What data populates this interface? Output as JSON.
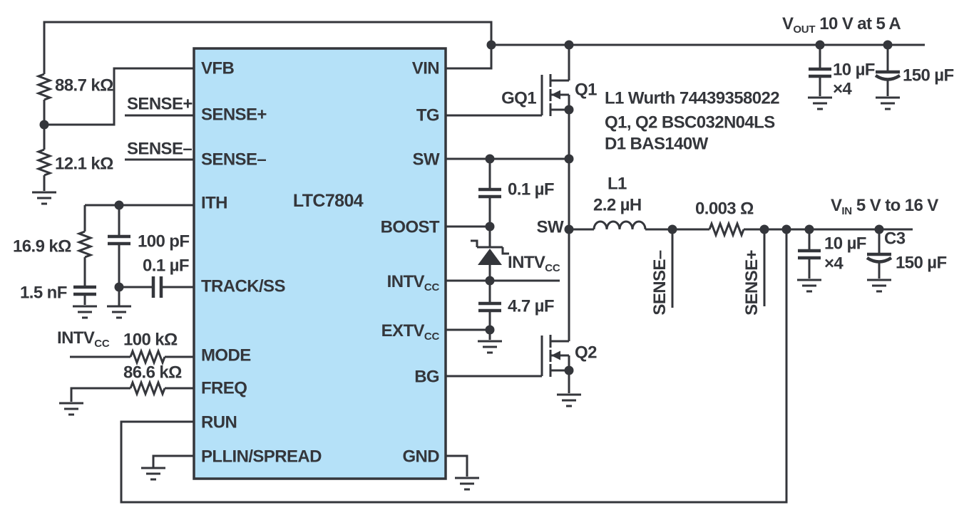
{
  "colors": {
    "ic_fill": "#b5e1f8",
    "stroke": "#34363b",
    "background": "#ffffff"
  },
  "ic": {
    "name": "LTC7804",
    "pins_left": [
      {
        "t": "VFB"
      },
      {
        "t": "SENSE+"
      },
      {
        "t": "SENSE–"
      },
      {
        "t": "ITH"
      },
      {
        "t": "TRACK/SS"
      },
      {
        "t": "MODE"
      },
      {
        "t": "FREQ"
      },
      {
        "t": "RUN"
      },
      {
        "t": "PLLIN/SPREAD"
      }
    ],
    "pins_right": [
      {
        "t": "VIN"
      },
      {
        "t": "TG"
      },
      {
        "t": "SW"
      },
      {
        "t": "BOOST"
      },
      {
        "t": "INTV",
        "sub": "CC"
      },
      {
        "t": "EXTV",
        "sub": "CC"
      },
      {
        "t": "BG"
      },
      {
        "t": "GND"
      }
    ]
  },
  "rails": {
    "vout": {
      "t": "V",
      "sub": "OUT",
      "rest": " 10 V at 5 A"
    },
    "vin": {
      "t": "V",
      "sub": "IN",
      "rest": " 5 V to 16 V"
    }
  },
  "components": {
    "r_fb_top": "88.7 kΩ",
    "r_fb_bottom": "12.1 kΩ",
    "net_sense_plus": "SENSE+",
    "net_sense_minus": "SENSE–",
    "r_ith": "16.9 kΩ",
    "c_comp": "1.5 nF",
    "c_hf": "100 pF",
    "c_ss": "0.1 µF",
    "net_mode": {
      "t": "INTV",
      "sub": "CC"
    },
    "r_mode": "100 kΩ",
    "r_freq": "86.6 kΩ",
    "gq1": "GQ1",
    "q1": "Q1",
    "q2": "Q2",
    "c_boost": "0.1 µF",
    "net_diode": {
      "t": "INTV",
      "sub": "CC"
    },
    "c_intvcc": "4.7 µF",
    "sw_node": "SW",
    "l1_ref": "L1",
    "l1_val": "2.2 µH",
    "r_sense": "0.003 Ω",
    "sense_minus_tap": "SENSE–",
    "sense_plus_tap": "SENSE+",
    "cout_ceramic": "10 µF",
    "cout_ceramic_qty": "×4",
    "cout_bulk": "150 µF",
    "cin_ceramic": "10 µF",
    "cin_ceramic_qty": "×4",
    "cin_bulk_ref": "C3",
    "cin_bulk": "150 µF"
  },
  "notes": [
    "L1 Wurth 74439358022",
    "Q1, Q2 BSC032N04LS",
    "D1 BAS140W"
  ]
}
